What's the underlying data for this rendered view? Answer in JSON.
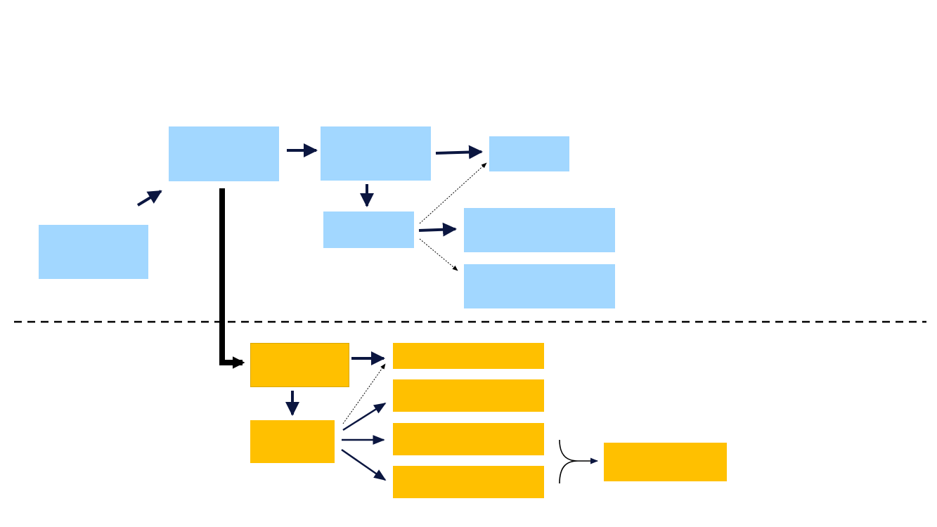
{
  "diagram": {
    "colors": {
      "blue_box": "#a2d7ff",
      "gold_box": "#ffc000",
      "arrow": "#0b1640",
      "divider": "#000000",
      "heavy_connector": "#000000"
    },
    "nodes": {
      "start": "",
      "top_a": "",
      "top_b": "",
      "top_c": "",
      "mid_a": "",
      "out_a": "",
      "out_b": "",
      "g_main": "",
      "g_sub": "",
      "g_out1": "",
      "g_out2": "",
      "g_out3": "",
      "g_out4": "",
      "g_merged": ""
    },
    "edges": [
      {
        "from": "start",
        "to": "top_a",
        "style": "solid"
      },
      {
        "from": "top_a",
        "to": "top_b",
        "style": "solid"
      },
      {
        "from": "top_b",
        "to": "top_c",
        "style": "solid"
      },
      {
        "from": "top_b",
        "to": "mid_a",
        "style": "solid"
      },
      {
        "from": "mid_a",
        "to": "top_c",
        "style": "dotted"
      },
      {
        "from": "mid_a",
        "to": "out_a",
        "style": "solid"
      },
      {
        "from": "mid_a",
        "to": "out_b",
        "style": "dotted"
      },
      {
        "from": "top_a",
        "to": "g_main",
        "style": "heavy"
      },
      {
        "from": "g_main",
        "to": "g_out1",
        "style": "solid"
      },
      {
        "from": "g_main",
        "to": "g_sub",
        "style": "solid"
      },
      {
        "from": "g_sub",
        "to": "g_out1",
        "style": "dotted"
      },
      {
        "from": "g_sub",
        "to": "g_out2",
        "style": "solid"
      },
      {
        "from": "g_sub",
        "to": "g_out3",
        "style": "solid"
      },
      {
        "from": "g_sub",
        "to": "g_out4",
        "style": "solid"
      },
      {
        "from": "g_out3",
        "to": "g_merged",
        "style": "brace"
      }
    ]
  }
}
